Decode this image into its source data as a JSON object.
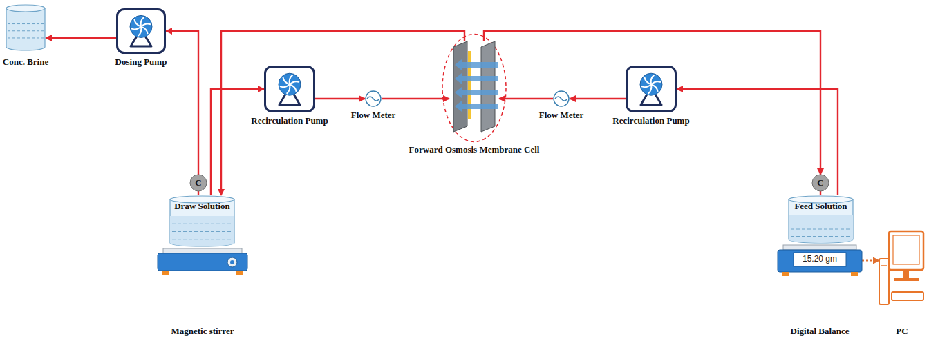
{
  "diagram": {
    "nodes": [
      {
        "text": [
          "Conc. Brine"
        ]
      },
      {
        "text": [
          "Dosing Pump"
        ]
      },
      {
        "text": [
          "Recirculation Pump"
        ]
      },
      {
        "text": [
          "Flow Meter"
        ]
      },
      {
        "text": [
          "Forward Osmosis Membrane Cell"
        ]
      },
      {
        "text": [
          "Flow Meter"
        ]
      },
      {
        "text": [
          "Recirculation Pump"
        ]
      },
      {
        "text": [
          "C"
        ]
      },
      {
        "text": [
          "Draw Solution"
        ]
      },
      {
        "text": [
          "Magnetic stirrer"
        ]
      },
      {
        "text": [
          "C"
        ]
      },
      {
        "text": [
          "Feed Solution"
        ]
      },
      {
        "text": [
          "15.20 gm",
          "Digital Balance"
        ]
      },
      {
        "text": [
          "PC"
        ]
      }
    ],
    "edges": [
      {
        "from": 1,
        "to": 0,
        "arrow": "to"
      },
      {
        "from": 7,
        "to": 1,
        "arrow": "to"
      },
      {
        "from": 8,
        "to": 7,
        "arrow": "none"
      },
      {
        "from": 8,
        "to": 2,
        "arrow": "to"
      },
      {
        "from": 2,
        "to": 3,
        "arrow": "to"
      },
      {
        "from": 3,
        "to": 4,
        "arrow": "to"
      },
      {
        "from": 4,
        "to": 8,
        "arrow": "to"
      },
      {
        "from": 4,
        "to": 10,
        "arrow": "to"
      },
      {
        "from": 10,
        "to": 11,
        "arrow": "none"
      },
      {
        "from": 11,
        "to": 6,
        "arrow": "to"
      },
      {
        "from": 6,
        "to": 5,
        "arrow": "to"
      },
      {
        "from": 5,
        "to": 4,
        "arrow": "to"
      },
      {
        "from": 12,
        "to": 13,
        "arrow": "to"
      }
    ]
  }
}
